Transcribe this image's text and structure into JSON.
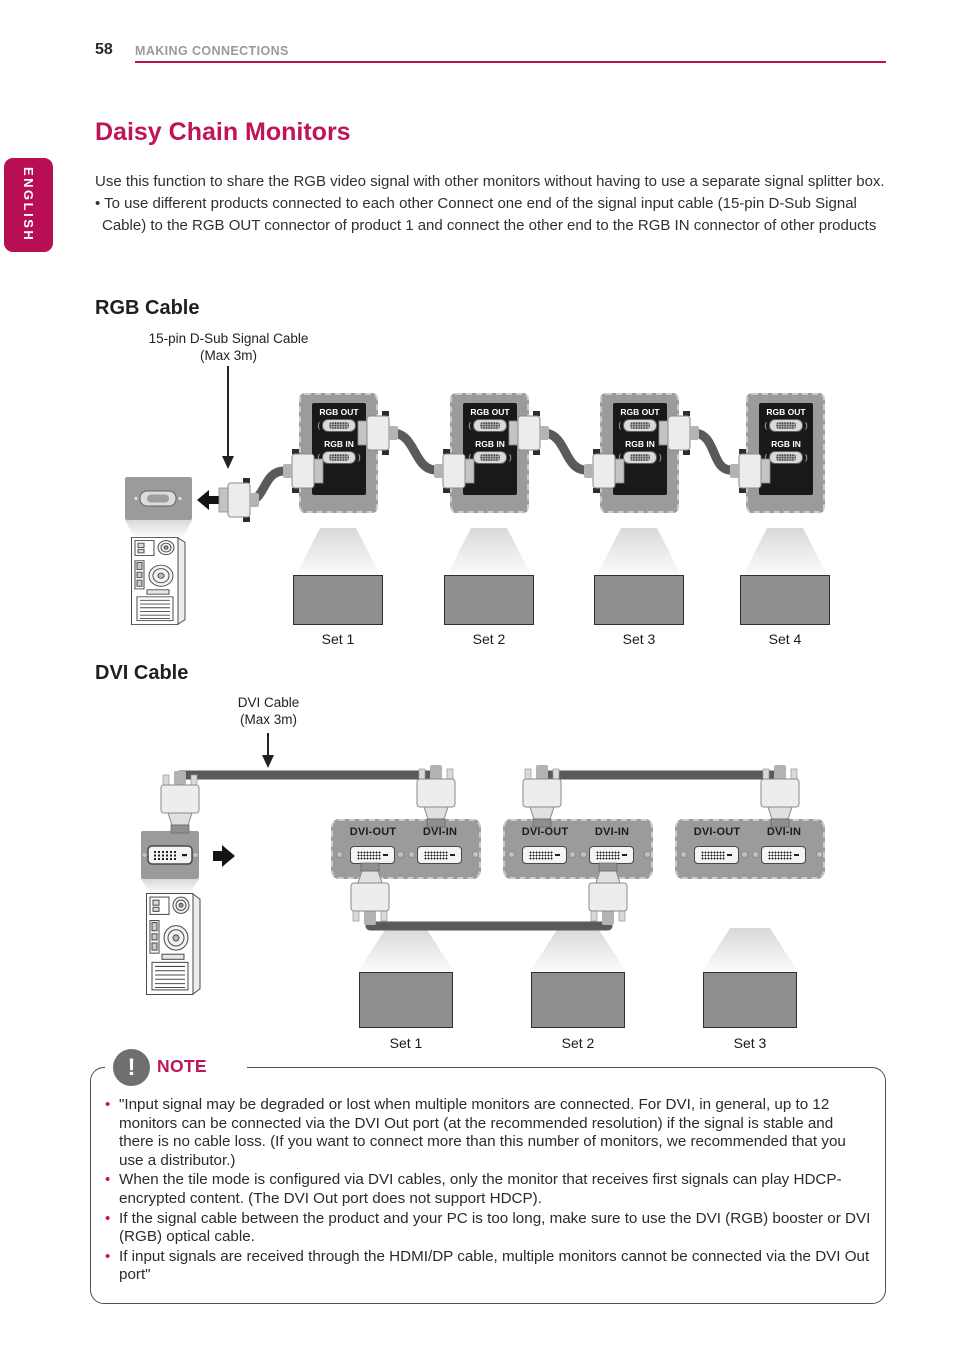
{
  "page": {
    "number": "58",
    "section_header": "MAKING CONNECTIONS",
    "language_tab": "ENGLISH",
    "title": "Daisy Chain Monitors",
    "intro_1": "Use this function to share the RGB video signal with other monitors without having to use a separate signal splitter box.",
    "intro_2": "• To use different products connected to each other Connect one end of the signal input cable (15-pin D-Sub Signal Cable) to the RGB OUT connector of product 1 and connect the other end to the RGB IN connector of other products"
  },
  "rgb": {
    "heading": "RGB Cable",
    "cable_label_1": "15-pin D-Sub Signal Cable",
    "cable_label_2": "(Max 3m)",
    "port_out": "RGB OUT",
    "port_in": "RGB IN",
    "sets": [
      "Set 1",
      "Set 2",
      "Set 3",
      "Set 4"
    ]
  },
  "dvi": {
    "heading": "DVI Cable",
    "cable_label_1": "DVI Cable",
    "cable_label_2": "(Max 3m)",
    "port_out": "DVI-OUT",
    "port_in": "DVI-IN",
    "sets": [
      "Set 1",
      "Set 2",
      "Set 3"
    ]
  },
  "note": {
    "title": "NOTE",
    "icon": "!",
    "bullets": [
      "\"Input signal may be degraded or lost when multiple monitors are connected. For DVI, in general, up to 12 monitors can be connected via the DVI Out port (at the recommended resolution) if the signal is stable and there is no cable loss. (If you want to connect more than this number of monitors, we recommended that you use a distributor.)",
      "When the tile mode is configured via DVI cables, only the monitor that receives first signals can play HDCP-encrypted content. (The DVI Out port does not support HDCP).",
      "If the signal cable between the product and your PC is too long, make sure to use the DVI (RGB) booster or DVI (RGB) optical cable.",
      "If input signals are received through the HDMI/DP cable, multiple monitors cannot be connected via the DVI Out port\""
    ]
  },
  "colors": {
    "accent": "#c01458",
    "panel_gray": "#9b9b9b",
    "cable_gray": "#5a5a5a",
    "header_gray": "#9a9a9a"
  }
}
